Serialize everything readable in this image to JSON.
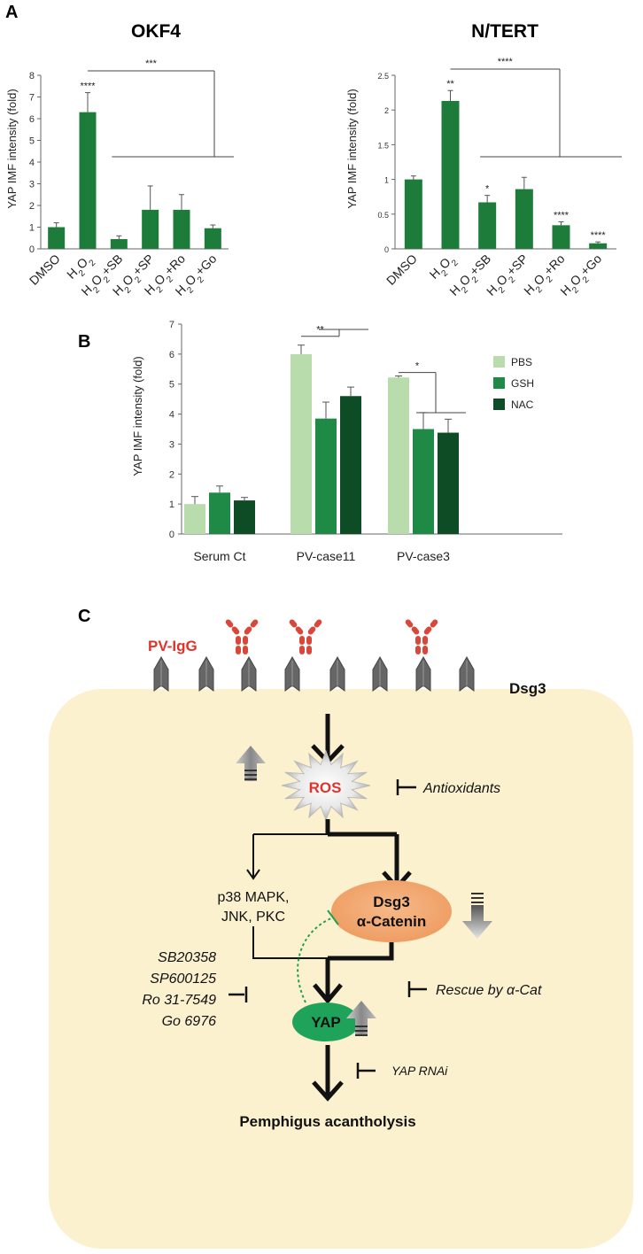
{
  "panels": {
    "a": "A",
    "b": "B",
    "c": "C"
  },
  "chart_data": [
    {
      "type": "bar",
      "title": "OKF4",
      "ylabel": "YAP IMF intensity (fold)",
      "ylim": [
        0,
        8
      ],
      "yticks": [
        "0",
        "1",
        "2",
        "3",
        "4",
        "5",
        "6",
        "7",
        "8"
      ],
      "categories": [
        {
          "base": "DMSO",
          "sub": "",
          "suffix": ""
        },
        {
          "base": "H",
          "sub": "2",
          "mid": "O",
          "sub2": "2",
          "suffix": ""
        },
        {
          "base": "H",
          "sub": "2",
          "mid": "O",
          "sub2": "2",
          "suffix": "+SB"
        },
        {
          "base": "H",
          "sub": "2",
          "mid": "O",
          "sub2": "2",
          "suffix": "+SP"
        },
        {
          "base": "H",
          "sub": "2",
          "mid": "O",
          "sub2": "2",
          "suffix": "+Ro"
        },
        {
          "base": "H",
          "sub": "2",
          "mid": "O",
          "sub2": "2",
          "suffix": "+Go"
        }
      ],
      "values": [
        1.0,
        6.3,
        0.45,
        1.8,
        1.8,
        0.95
      ],
      "errors": [
        0.2,
        0.9,
        0.15,
        1.1,
        0.7,
        0.15
      ],
      "stars": [
        "",
        "****",
        "",
        "",
        "",
        ""
      ],
      "bracket_label": "***",
      "color": "#1e7c3b"
    },
    {
      "type": "bar",
      "title": "N/TERT",
      "ylabel": "YAP IMF intensity (fold)",
      "ylim": [
        0,
        2.5
      ],
      "yticks": [
        "0",
        "0.5",
        "1",
        "1.5",
        "2",
        "2.5"
      ],
      "categories": [
        {
          "base": "DMSO",
          "sub": "",
          "suffix": ""
        },
        {
          "base": "H",
          "sub": "2",
          "mid": "O",
          "sub2": "2",
          "suffix": ""
        },
        {
          "base": "H",
          "sub": "2",
          "mid": "O",
          "sub2": "2",
          "suffix": "+SB"
        },
        {
          "base": "H",
          "sub": "2",
          "mid": "O",
          "sub2": "2",
          "suffix": "+SP"
        },
        {
          "base": "H",
          "sub": "2",
          "mid": "O",
          "sub2": "2",
          "suffix": "+Ro"
        },
        {
          "base": "H",
          "sub": "2",
          "mid": "O",
          "sub2": "2",
          "suffix": "+Go"
        }
      ],
      "values": [
        1.0,
        2.13,
        0.67,
        0.86,
        0.34,
        0.08
      ],
      "errors": [
        0.05,
        0.15,
        0.1,
        0.17,
        0.05,
        0.02
      ],
      "stars": [
        "",
        "**",
        "*",
        "",
        "****",
        "****"
      ],
      "bracket_label": "****",
      "color": "#1e7c3b"
    },
    {
      "type": "bar",
      "ylabel": "YAP IMF intensity (fold)",
      "ylim": [
        0,
        7
      ],
      "yticks": [
        "0",
        "1",
        "2",
        "3",
        "4",
        "5",
        "6",
        "7"
      ],
      "categories": [
        "Serum Ct",
        "PV-case11",
        "PV-case3"
      ],
      "series": [
        {
          "name": "PBS",
          "values": [
            1.0,
            6.0,
            5.22
          ],
          "errors": [
            0.25,
            0.3,
            0.05
          ],
          "color": "#b8dcab"
        },
        {
          "name": "GSH",
          "values": [
            1.38,
            3.85,
            3.5
          ],
          "errors": [
            0.22,
            0.55,
            0.55
          ],
          "color": "#1e8a46"
        },
        {
          "name": "NAC",
          "values": [
            1.12,
            4.6,
            3.38
          ],
          "errors": [
            0.1,
            0.3,
            0.45
          ],
          "color": "#0d4c24"
        }
      ],
      "brackets": [
        "**",
        "*"
      ]
    }
  ],
  "diagram": {
    "pv_igg": "PV-IgG",
    "dsg3": "Dsg3",
    "ros": "ROS",
    "antioxidants": "Antioxidants",
    "kinases": [
      "p38 MAPK,",
      "JNK, PKC"
    ],
    "complex": [
      "Dsg3",
      "α-Catenin"
    ],
    "inhibitors": [
      "SB20358",
      "SP600125",
      "Ro 31-7549",
      "Go 6976"
    ],
    "rescue": "Rescue by α-Cat",
    "yap": "YAP",
    "rnai": "YAP RNAi",
    "outcome": "Pemphigus acantholysis",
    "colors": {
      "cell": "#fbf1cf",
      "complex": "#f2a66e",
      "yap": "#1fa35a",
      "ros_text": "#e0332c",
      "antibody": "#d9473b",
      "receptor": "#666666"
    }
  }
}
